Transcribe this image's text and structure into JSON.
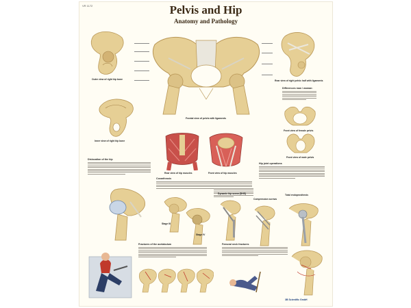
{
  "poster": {
    "code": "VR 1172",
    "title": "Pelvis and Hip",
    "subtitle": "Anatomy and Pathology"
  },
  "captions": {
    "outer_right_hip": "Outer view of right hip bone",
    "inner_right_hip": "Inner view of right hip bone",
    "frontal_pelvis": "Frontal view of pelvis with ligaments",
    "rear_right_half": "Rear view of right pelvic half with ligaments",
    "differences": "Differences man / woman:",
    "female_pelvis": "Front view of female pelvis",
    "male_pelvis": "Front view of male pelvis",
    "rear_muscles": "Rear view of hip muscles",
    "front_muscles": "Front view of hip muscles",
    "dislocation": "Dislocation of the hip",
    "coxarthrosis": "Coxarthrosis",
    "hip_replacement": "Hip joint operations",
    "stage_3": "Stage III",
    "stage_4": "Stage IV",
    "dynamic_hip_screw": "Dynamic hip screw (DHS)",
    "compression_screws": "Compression screws",
    "total_endoprosthesis": "Total endoprosthesis",
    "acetabulum_fractures": "Fractures of the acetabulum",
    "femoral_neck_fractures": "Femoral neck fractures"
  },
  "colors": {
    "bone": "#e6cf95",
    "bone_dark": "#b89656",
    "muscle": "#c8504a",
    "ligament": "#eae7dd",
    "title_brown": "#3b2a16",
    "logo_blue": "#1a3d7a"
  },
  "logo": "3B Scientific GmbH"
}
